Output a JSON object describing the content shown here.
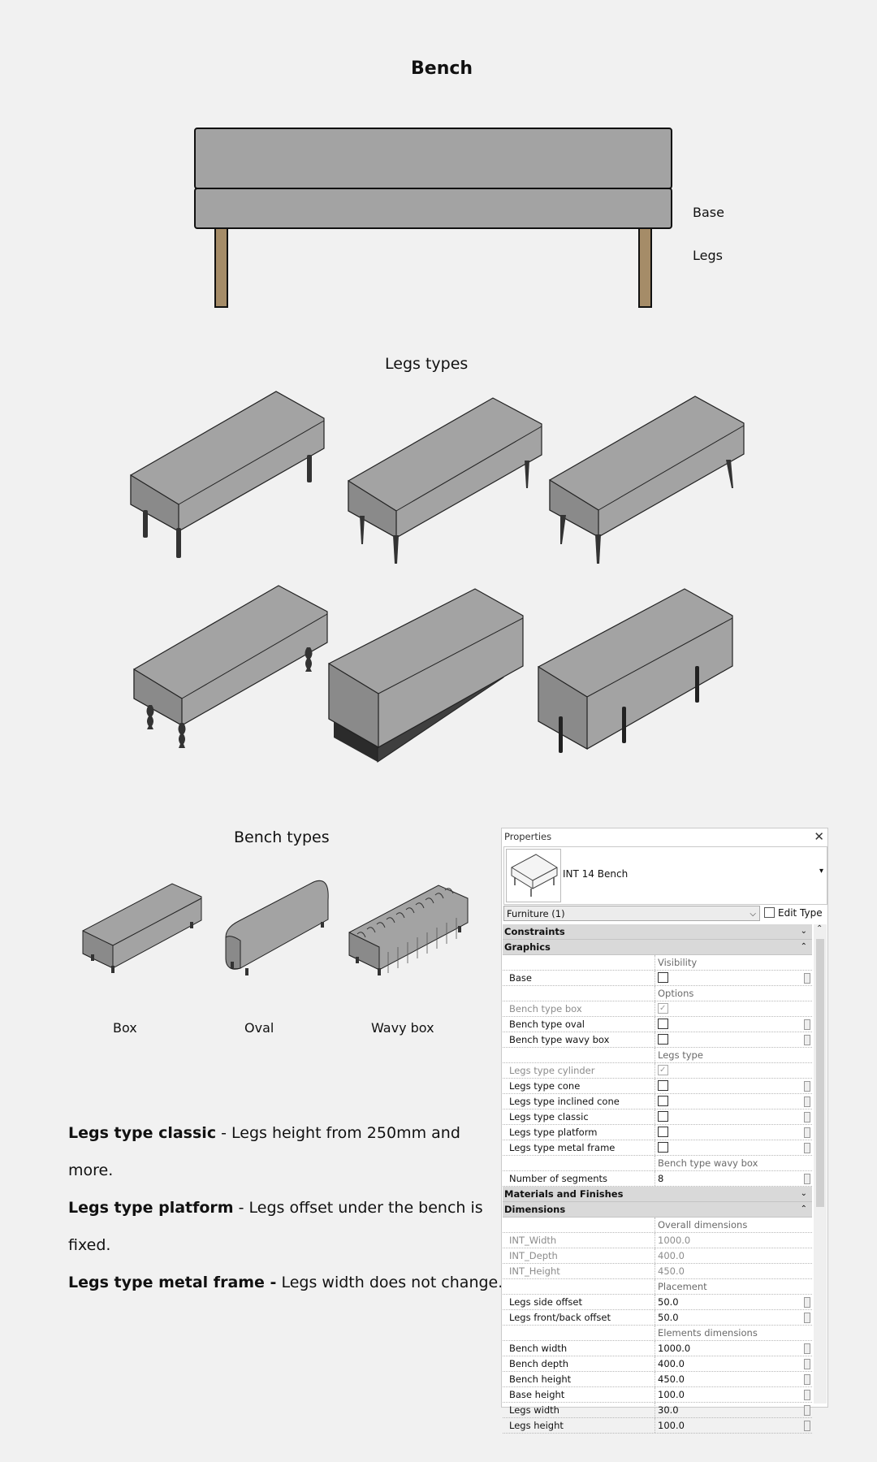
{
  "headings": {
    "bench_title": "Bench",
    "base_label": "Base",
    "legs_label": "Legs",
    "legs_types_title": "Legs types",
    "bench_types_title": "Bench types"
  },
  "bench_types": [
    "Box",
    "Oval",
    "Wavy box"
  ],
  "notes": [
    {
      "bold": "Legs type classic",
      "text": " - Legs height from 250mm and more."
    },
    {
      "bold": "Legs type platform",
      "text": " - Legs offset under the bench is fixed."
    },
    {
      "bold": "Legs type metal frame -",
      "text": " Legs width does not change."
    }
  ],
  "colors": {
    "bench_fill": "#a3a3a3",
    "wood_legs": "#a58c68",
    "metal_legs": "#333333",
    "background": "#f1f1f1"
  },
  "properties": {
    "header": "Properties",
    "close_icon": "close-icon",
    "type_name": "INT 14 Bench",
    "category": "Furniture (1)",
    "edit_type": "Edit Type",
    "rows": [
      {
        "kind": "group",
        "label": "Constraints",
        "chev": "⌄"
      },
      {
        "kind": "group",
        "label": "Graphics",
        "chev": "⌃"
      },
      {
        "kind": "sub",
        "label": "",
        "value": "Visibility"
      },
      {
        "kind": "check",
        "label": "Base",
        "checked": false
      },
      {
        "kind": "sub",
        "label": "",
        "value": "Options"
      },
      {
        "kind": "check",
        "label": "Bench type box",
        "checked": true,
        "dim": true
      },
      {
        "kind": "check",
        "label": "Bench type oval",
        "checked": false
      },
      {
        "kind": "check",
        "label": "Bench type wavy box",
        "checked": false
      },
      {
        "kind": "sub",
        "label": "",
        "value": "Legs type"
      },
      {
        "kind": "check",
        "label": "Legs type cylinder",
        "checked": true,
        "dim": true
      },
      {
        "kind": "check",
        "label": "Legs type cone",
        "checked": false
      },
      {
        "kind": "check",
        "label": "Legs type inclined cone",
        "checked": false
      },
      {
        "kind": "check",
        "label": "Legs type classic",
        "checked": false
      },
      {
        "kind": "check",
        "label": "Legs type platform",
        "checked": false
      },
      {
        "kind": "check",
        "label": "Legs type metal frame",
        "checked": false
      },
      {
        "kind": "sub",
        "label": "",
        "value": "Bench type wavy box"
      },
      {
        "kind": "value",
        "label": "Number of segments",
        "value": "8"
      },
      {
        "kind": "group",
        "label": "Materials and Finishes",
        "chev": "⌄"
      },
      {
        "kind": "group",
        "label": "Dimensions",
        "chev": "⌃"
      },
      {
        "kind": "sub",
        "label": "",
        "value": "Overall dimensions"
      },
      {
        "kind": "value",
        "label": "INT_Width",
        "value": "1000.0",
        "dim": true
      },
      {
        "kind": "value",
        "label": "INT_Depth",
        "value": "400.0",
        "dim": true
      },
      {
        "kind": "value",
        "label": "INT_Height",
        "value": "450.0",
        "dim": true
      },
      {
        "kind": "sub",
        "label": "",
        "value": "Placement"
      },
      {
        "kind": "value",
        "label": "Legs side offset",
        "value": "50.0"
      },
      {
        "kind": "value",
        "label": "Legs front/back offset",
        "value": "50.0"
      },
      {
        "kind": "sub",
        "label": "",
        "value": "Elements dimensions"
      },
      {
        "kind": "value",
        "label": "Bench width",
        "value": "1000.0"
      },
      {
        "kind": "value",
        "label": "Bench depth",
        "value": "400.0"
      },
      {
        "kind": "value",
        "label": "Bench height",
        "value": "450.0"
      },
      {
        "kind": "value",
        "label": "Base height",
        "value": "100.0"
      },
      {
        "kind": "value",
        "label": "Legs width",
        "value": "30.0"
      },
      {
        "kind": "value",
        "label": "Legs height",
        "value": "100.0"
      }
    ]
  }
}
